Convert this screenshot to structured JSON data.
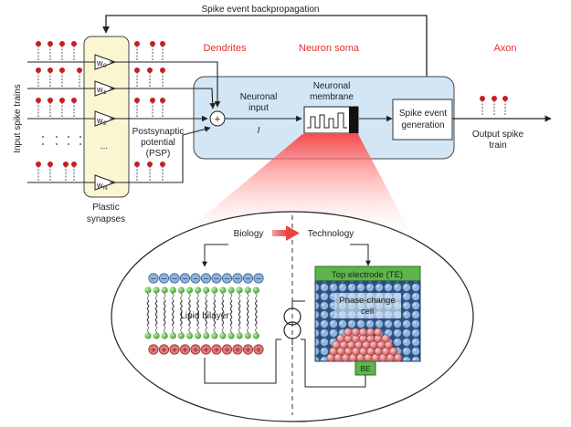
{
  "labels": {
    "backprop": "Spike event backpropagation",
    "input_spike_trains": "Input spike trains",
    "dendrites": "Dendrites",
    "neuron_soma": "Neuron soma",
    "axon": "Axon",
    "psp_1": "Postsynaptic",
    "psp_2": "potential",
    "psp_3": "(PSP)",
    "neuronal_input_1": "Neuronal",
    "neuronal_input_2": "input",
    "input_symbol": "I",
    "membrane_1": "Neuronal",
    "membrane_2": "membrane",
    "spike_gen_1": "Spike event",
    "spike_gen_2": "generation",
    "output_1": "Output spike",
    "output_2": "train",
    "plastic_1": "Plastic",
    "plastic_2": "synapses",
    "sum_symbol": "+",
    "ellipsis": "...",
    "biology": "Biology",
    "technology": "Technology",
    "top_electrode": "Top electrode (TE)",
    "phase_change_1": "Phase-change",
    "phase_change_2": "cell",
    "lipid_bilayer": "Lipid bilayer",
    "bottom_electrode": "BE"
  },
  "weights": [
    {
      "w": "w",
      "sub": "0"
    },
    {
      "w": "w",
      "sub": "1"
    },
    {
      "w": "w",
      "sub": "2"
    },
    {
      "w": "w",
      "sub": "N"
    }
  ],
  "colors": {
    "soma_fill": "#d3e6f6",
    "synapse_fill": "#fbf6d2",
    "accent_red": "#e2322f",
    "electrode_green": "#5cb54a",
    "ion_neg": "#8fb3d9",
    "ion_pos": "#e07a7a"
  },
  "icons": {
    "negative_ion": "−",
    "positive_ion": "+"
  }
}
